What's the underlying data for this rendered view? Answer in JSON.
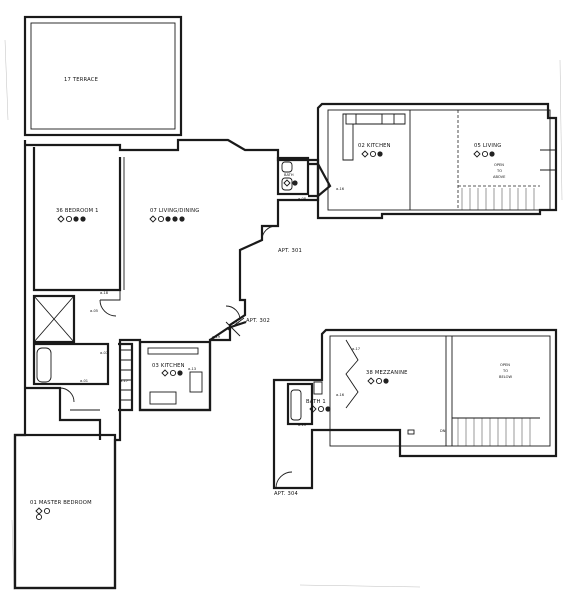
{
  "rooms": [
    {
      "id": "terrace",
      "label": "17 TERRACE"
    },
    {
      "id": "bedroom1",
      "label": "36 BEDROOM 1"
    },
    {
      "id": "living",
      "label": "07 LIVING/DINING"
    },
    {
      "id": "kitchen_upper",
      "label": "02 KITCHEN"
    },
    {
      "id": "living_upper",
      "label": "05 LIVING"
    },
    {
      "id": "bath_upper",
      "label": "BATH"
    },
    {
      "id": "kitchen_lower",
      "label": "03 KITCHEN"
    },
    {
      "id": "mezzanine",
      "label": "38 MEZZANINE"
    },
    {
      "id": "bath1",
      "label": "BATH 1"
    },
    {
      "id": "master",
      "label": "01 MASTER BEDROOM"
    }
  ],
  "units": [
    {
      "id": "apt_301",
      "label": "APT. 301"
    },
    {
      "id": "apt_302",
      "label": "APT. 302"
    },
    {
      "id": "apt_304",
      "label": "APT. 304"
    }
  ],
  "notes": [
    {
      "id": "open_above",
      "lines": [
        "OPEN",
        "TO",
        "ABOVE"
      ]
    },
    {
      "id": "open_below",
      "lines": [
        "OPEN",
        "TO",
        "BELOW"
      ]
    }
  ],
  "tags": [
    "a-16",
    "a-08",
    "a-18",
    "a-05",
    "a-07",
    "a-01",
    "a-17",
    "a-17",
    "a-16",
    "a-15",
    "a-19",
    "a-11",
    "a-13"
  ],
  "misc": [
    "DN"
  ]
}
